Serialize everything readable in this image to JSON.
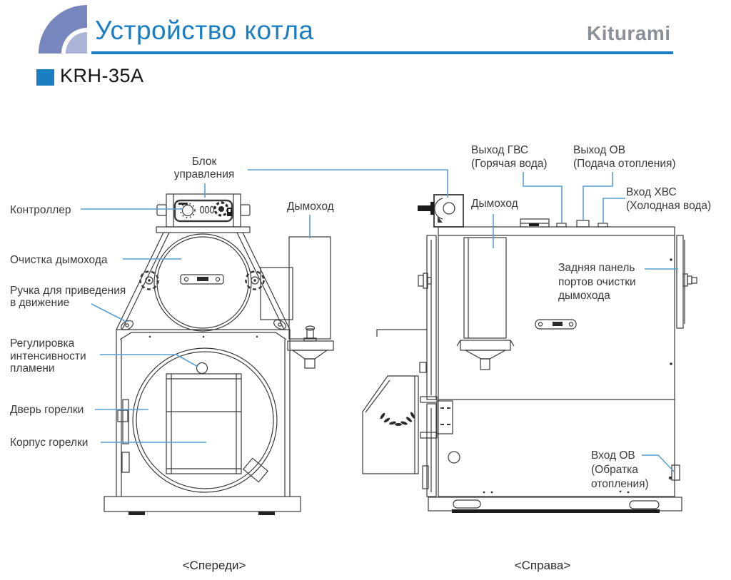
{
  "header": {
    "title": "Устройство котла",
    "brand": "Kiturami",
    "model": "KRH-35A",
    "colors": {
      "accent_blue": "#1b7ec2",
      "leader_blue": "#58a0d4",
      "brand_gray": "#8a9098",
      "logo_outer": "#7787be",
      "logo_inner": "#a9b4d6",
      "line_art": "#3a3a3a"
    }
  },
  "front_view": {
    "caption": "<Спереди>",
    "labels": {
      "control_unit": "Блок\nуправления",
      "controller": "Контроллер",
      "flue_cleaning": "Очистка дымохода",
      "drive_handle": "Ручка для приведения\nв движение",
      "flame_intensity": "Регулировка\nинтенсивности\nпламени",
      "burner_door": "Дверь горелки",
      "burner_body": "Корпус горелки",
      "chimney": "Дымоход"
    }
  },
  "right_view": {
    "caption": "<Справа>",
    "labels": {
      "dhw_outlet": "Выход ГВС\n(Горячая вода)",
      "heating_supply_outlet": "Выход ОВ\n(Подача отопления)",
      "cold_water_inlet": "Вход ХВС\n(Холодная вода)",
      "chimney": "Дымоход",
      "rear_cleaning_panel": "Задняя панель\nпортов очистки\nдымохода",
      "heating_return_inlet": "Вход ОВ\n(Обратка\nотопления)"
    }
  }
}
